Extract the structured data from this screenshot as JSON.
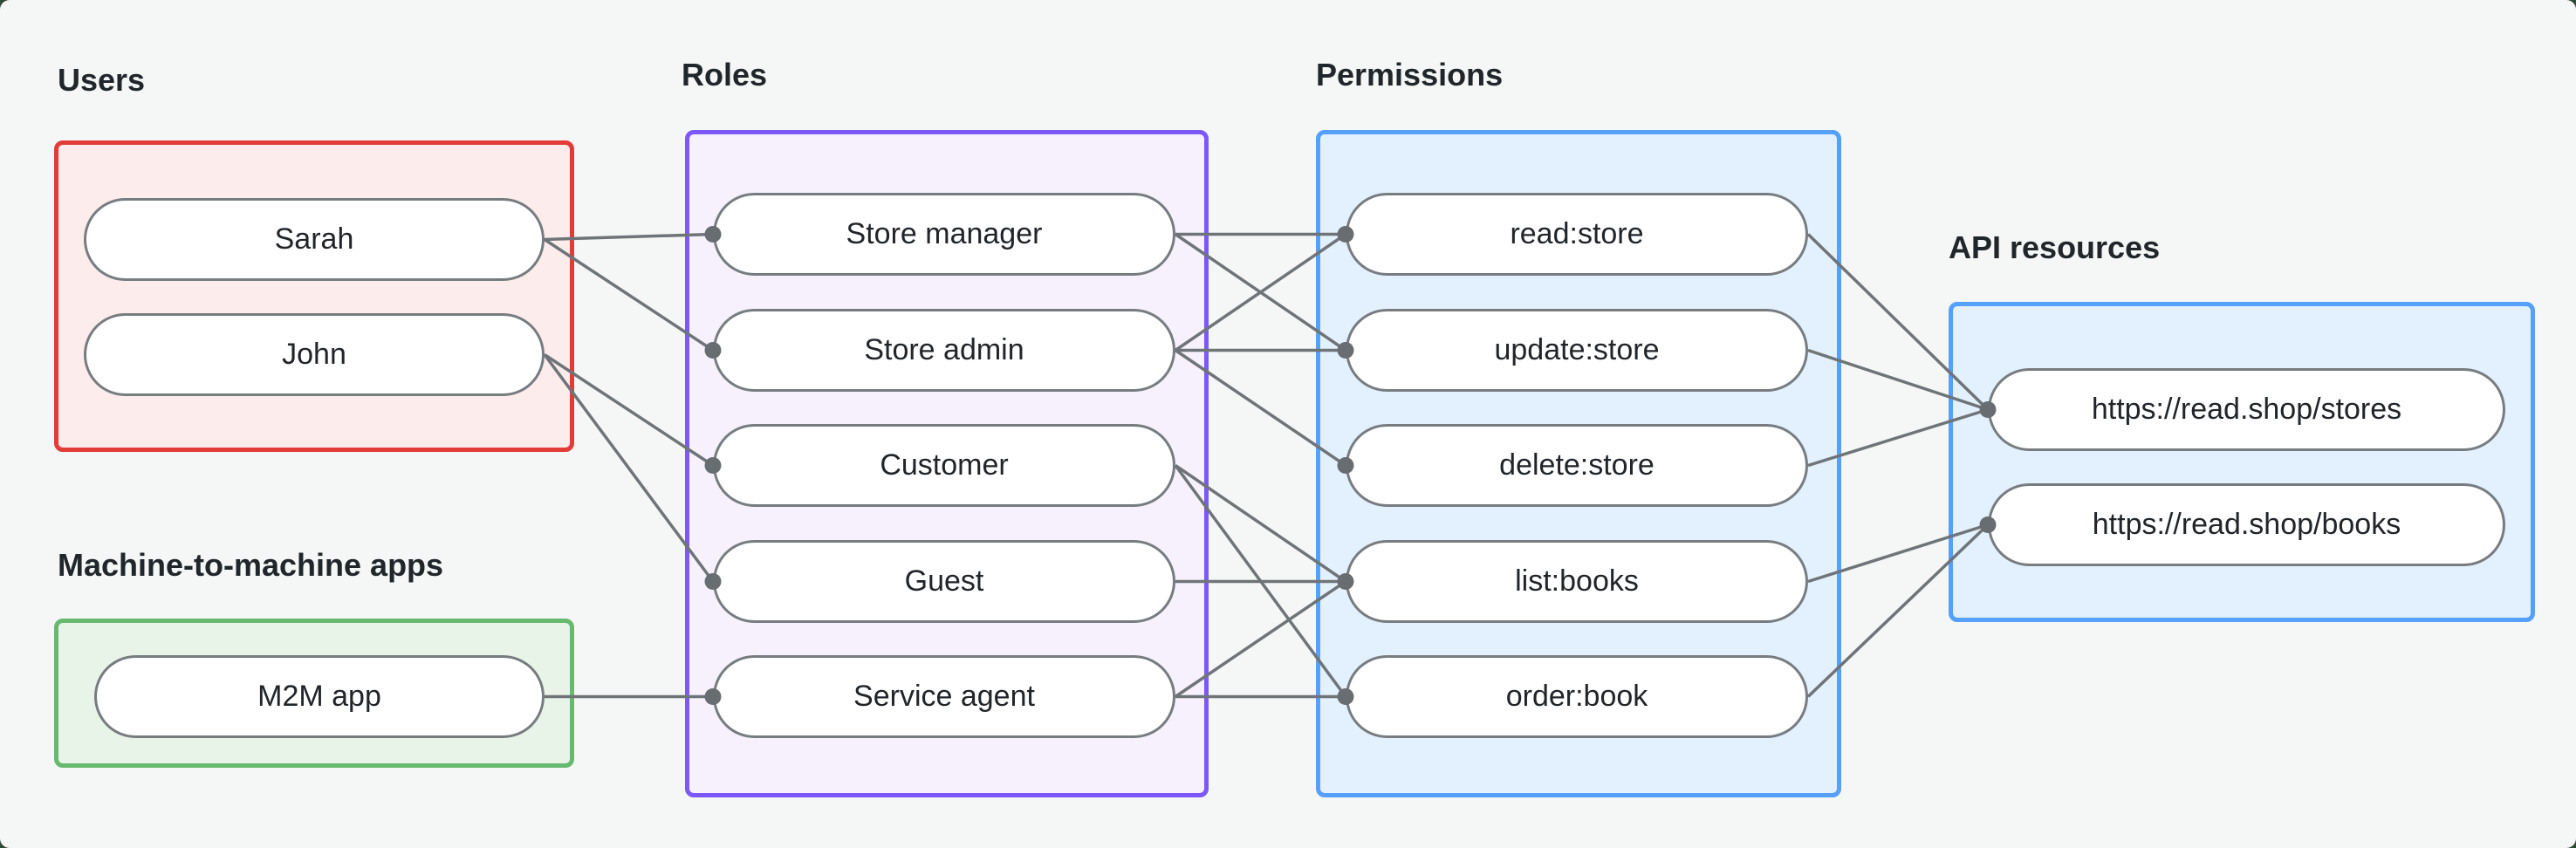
{
  "diagram": {
    "description": "Role-based access control mapping diagram"
  },
  "style": {
    "panel_bg": "#f5f7f6",
    "outside_bg": "#2f4a3a",
    "line_color": "#6f7478",
    "dot_color": "#686d72",
    "pill_border": "#777c80",
    "pill_bg": "#ffffff",
    "pill_text": "#212529",
    "label_text": "#21262b"
  },
  "groups": [
    {
      "id": "users",
      "label": "Users",
      "border": "#e23c38",
      "fill": "#fcedec",
      "nodes": [
        {
          "id": "sarah",
          "label": "Sarah"
        },
        {
          "id": "john",
          "label": "John"
        }
      ]
    },
    {
      "id": "m2m",
      "label": "Machine-to-machine apps",
      "border": "#67b96f",
      "fill": "#e9f4e9",
      "nodes": [
        {
          "id": "m2m-app",
          "label": "M2M app"
        }
      ]
    },
    {
      "id": "roles",
      "label": "Roles",
      "border": "#7b58f7",
      "fill": "#f6f1fd",
      "nodes": [
        {
          "id": "store-manager",
          "label": "Store manager"
        },
        {
          "id": "store-admin",
          "label": "Store admin"
        },
        {
          "id": "customer",
          "label": "Customer"
        },
        {
          "id": "guest",
          "label": "Guest"
        },
        {
          "id": "service-agent",
          "label": "Service agent"
        }
      ]
    },
    {
      "id": "permissions",
      "label": "Permissions",
      "border": "#55a0fa",
      "fill": "#e3f0fd",
      "nodes": [
        {
          "id": "read-store",
          "label": "read:store"
        },
        {
          "id": "update-store",
          "label": "update:store"
        },
        {
          "id": "delete-store",
          "label": "delete:store"
        },
        {
          "id": "list-books",
          "label": "list:books"
        },
        {
          "id": "order-book",
          "label": "order:book"
        }
      ]
    },
    {
      "id": "api",
      "label": "API resources",
      "border": "#55a0fa",
      "fill": "#e3f0fd",
      "nodes": [
        {
          "id": "stores-api",
          "label": "https://read.shop/stores"
        },
        {
          "id": "books-api",
          "label": "https://read.shop/books"
        }
      ]
    }
  ],
  "connections": [
    [
      "sarah",
      "store-manager"
    ],
    [
      "sarah",
      "store-admin"
    ],
    [
      "john",
      "customer"
    ],
    [
      "john",
      "guest"
    ],
    [
      "m2m-app",
      "service-agent"
    ],
    [
      "store-manager",
      "read-store"
    ],
    [
      "store-manager",
      "update-store"
    ],
    [
      "store-admin",
      "read-store"
    ],
    [
      "store-admin",
      "update-store"
    ],
    [
      "store-admin",
      "delete-store"
    ],
    [
      "customer",
      "list-books"
    ],
    [
      "customer",
      "order-book"
    ],
    [
      "guest",
      "list-books"
    ],
    [
      "service-agent",
      "list-books"
    ],
    [
      "service-agent",
      "order-book"
    ],
    [
      "read-store",
      "stores-api"
    ],
    [
      "update-store",
      "stores-api"
    ],
    [
      "delete-store",
      "stores-api"
    ],
    [
      "list-books",
      "books-api"
    ],
    [
      "order-book",
      "books-api"
    ]
  ]
}
